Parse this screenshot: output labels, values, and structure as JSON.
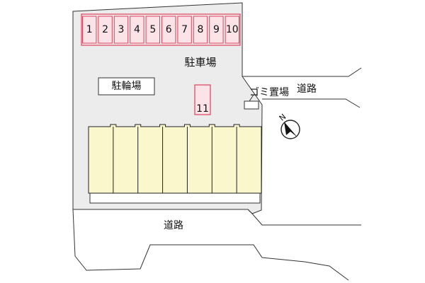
{
  "map": {
    "parking_slots": [
      "1",
      "2",
      "3",
      "4",
      "5",
      "6",
      "7",
      "8",
      "9",
      "10"
    ],
    "extra_slot": "11",
    "labels": {
      "parking": "駐車場",
      "bicycle_parking": "駐輪場",
      "garbage_area": "ゴミ置場",
      "road_east": "道路",
      "road_south": "道路",
      "compass_north": "N"
    },
    "building_units": 7,
    "colors": {
      "lot": "#ececec",
      "parking_fill": "#fbe3e8",
      "parking_stroke": "#e0405a",
      "building_fill": "#fbf7cc",
      "outline": "#222222"
    }
  }
}
